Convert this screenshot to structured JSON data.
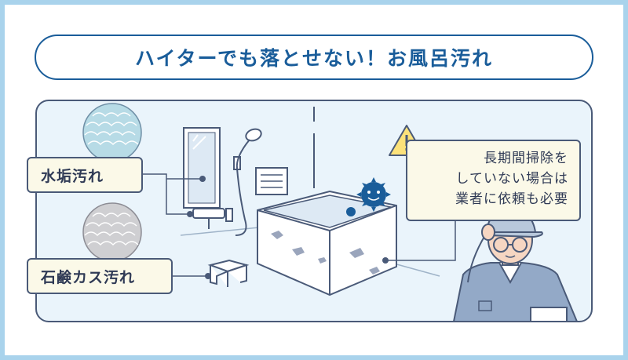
{
  "title": "ハイターでも落とせない！お風呂汚れ",
  "labels": {
    "water_scale": "水垢汚れ",
    "soap_scum": "石鹸カス汚れ"
  },
  "note": {
    "lines": [
      "長期間掃除を",
      "していない場合は",
      "業者に依頼も必要"
    ]
  },
  "colors": {
    "frame": "#a9d3ec",
    "accent": "#1a5d9a",
    "scene_bg": "#eaf4fb",
    "label_bg": "#fbf9e8",
    "outline": "#4a5a78"
  },
  "icons": [
    "warning-icon",
    "germ-icon",
    "water-scale-swatch",
    "soap-scum-swatch"
  ]
}
